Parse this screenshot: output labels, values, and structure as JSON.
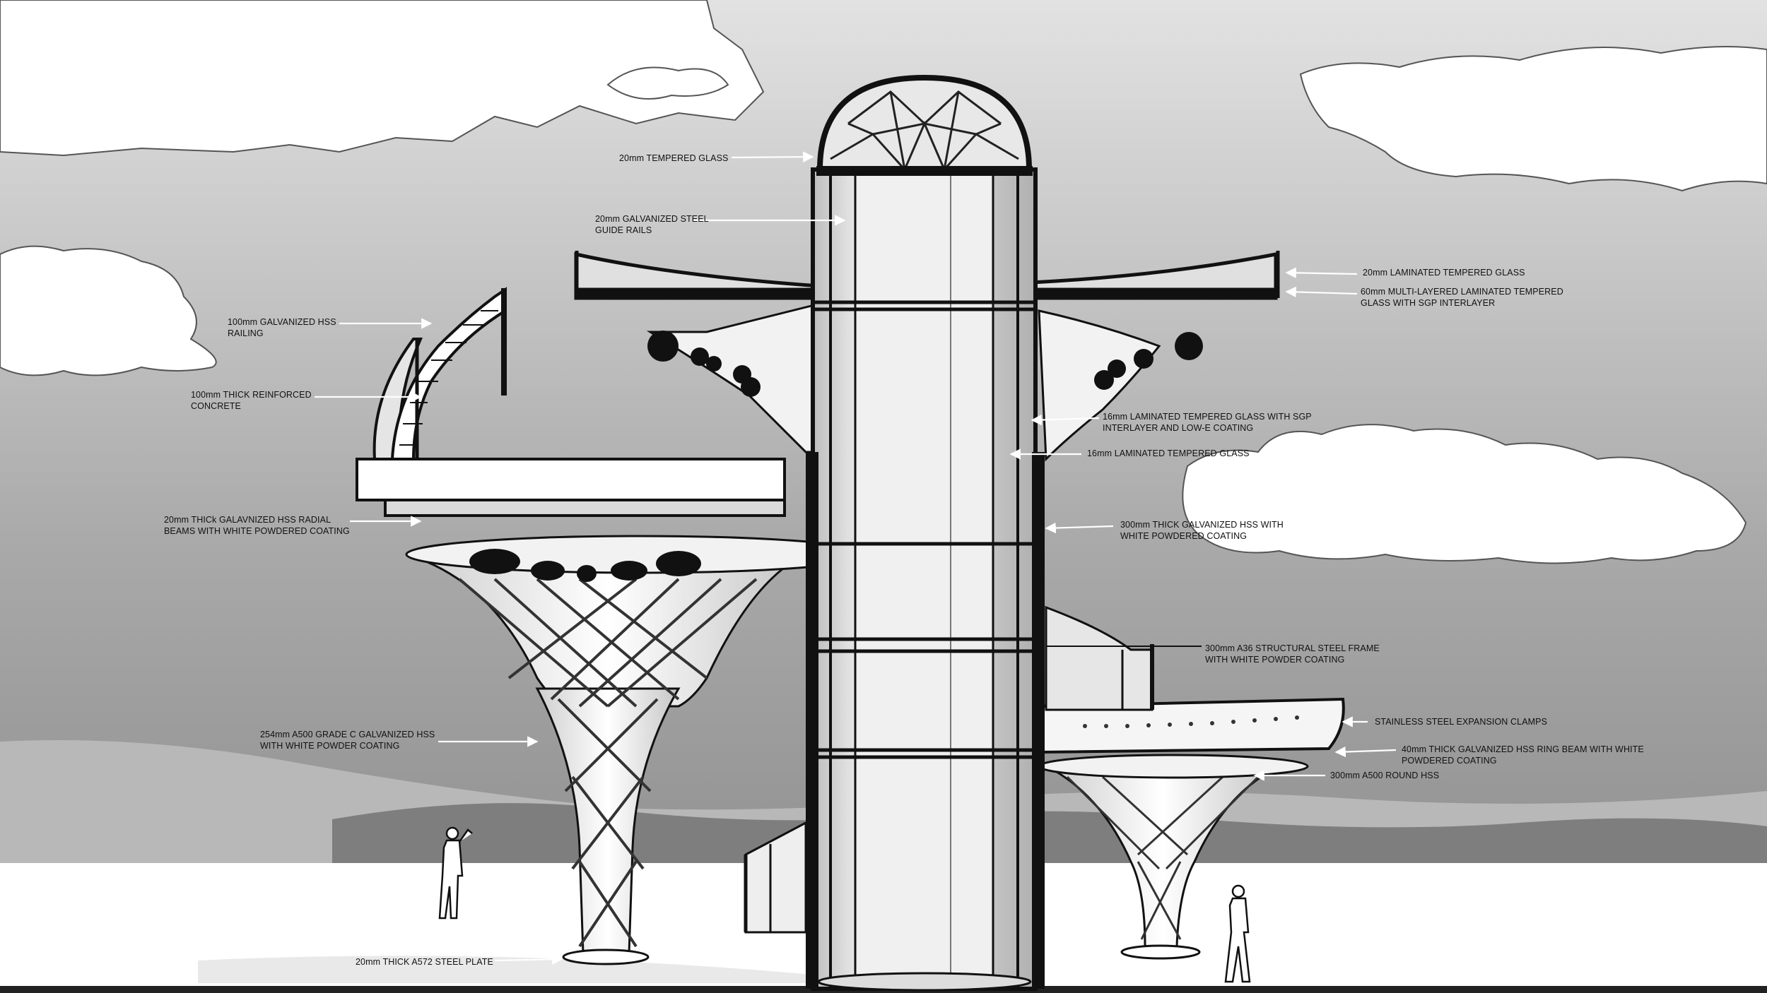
{
  "colors": {
    "sky_top": "#d8d8d8",
    "sky_bottom": "#8f8f8f",
    "hill_far": "#b9b9b9",
    "hill_near": "#7d7d7d",
    "ground": "#ffffff",
    "outline": "#111111",
    "glass": "#e6e6e6",
    "steel": "#fafafa"
  },
  "annotations": [
    {
      "id": "tempered-glass-20",
      "lines": [
        "20mm TEMPERED GLASS"
      ]
    },
    {
      "id": "guide-rails",
      "lines": [
        "20mm GALVANIZED STEEL",
        "GUIDE RAILS"
      ]
    },
    {
      "id": "laminated-glass-20",
      "lines": [
        "20mm LAMINATED TEMPERED GLASS"
      ]
    },
    {
      "id": "multi-layered-glass",
      "lines": [
        "60mm MULTI-LAYERED LAMINATED TEMPERED",
        "GLASS WITH SGP INTERLAYER"
      ]
    },
    {
      "id": "hss-railing",
      "lines": [
        "100mm GALVANIZED HSS",
        "RAILING"
      ]
    },
    {
      "id": "reinforced-concrete",
      "lines": [
        "100mm THICK REINFORCED",
        "CONCRETE"
      ]
    },
    {
      "id": "lowe-glass",
      "lines": [
        "16mm LAMINATED TEMPERED GLASS WITH SGP",
        "INTERLAYER AND LOW-E COATING"
      ]
    },
    {
      "id": "laminated-glass-16",
      "lines": [
        "16mm LAMINATED TEMPERED GLASS"
      ]
    },
    {
      "id": "radial-beams",
      "lines": [
        "20mm THICk GALAVNIZED HSS RADIAL",
        "BEAMS WITH  WHITE POWDERED COATING"
      ]
    },
    {
      "id": "hss-300",
      "lines": [
        "300mm THICK GALVANIZED HSS WITH",
        "WHITE POWDERED COATING"
      ]
    },
    {
      "id": "a36-frame",
      "lines": [
        "300mm A36 STRUCTURAL STEEL FRAME",
        "WITH WHITE POWDER COATING"
      ]
    },
    {
      "id": "expansion-clamps",
      "lines": [
        "STAINLESS STEEL EXPANSION CLAMPS"
      ]
    },
    {
      "id": "a500-hss",
      "lines": [
        "254mm A500 GRADE C GALVANIZED HSS",
        "WITH WHITE POWDER COATING"
      ]
    },
    {
      "id": "ring-beam",
      "lines": [
        "40mm THICK GALVANIZED HSS RING BEAM WITH WHITE",
        "POWDERED COATING"
      ]
    },
    {
      "id": "round-hss",
      "lines": [
        "300mm A500 ROUND HSS"
      ]
    },
    {
      "id": "steel-plate",
      "lines": [
        "20mm THICK A572 STEEL PLATE"
      ]
    }
  ]
}
